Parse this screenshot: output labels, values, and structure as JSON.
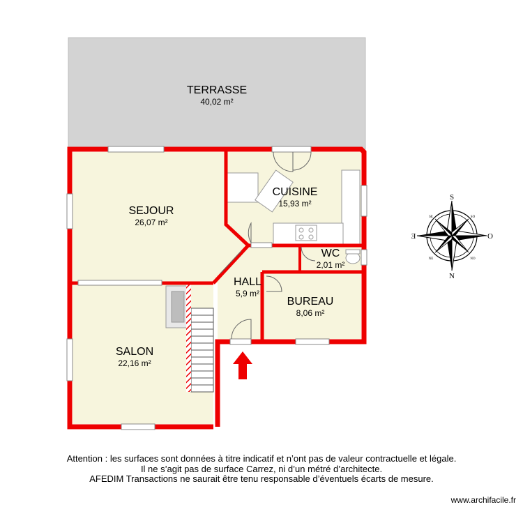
{
  "rooms": {
    "terrasse": {
      "name": "TERRASSE",
      "area": "40,02 m²"
    },
    "cuisine": {
      "name": "CUISINE",
      "area": "15,93 m²"
    },
    "sejour": {
      "name": "SEJOUR",
      "area": "26,07 m²"
    },
    "wc": {
      "name": "WC",
      "area": "2,01 m²"
    },
    "hall": {
      "name": "HALL",
      "area": "5,9 m²"
    },
    "bureau": {
      "name": "BUREAU",
      "area": "8,06 m²"
    },
    "salon": {
      "name": "SALON",
      "area": "22,16 m²"
    }
  },
  "compass": {
    "n": "N",
    "s": "S",
    "e": "E",
    "o": "O",
    "ne": "NE",
    "no": "NO",
    "se": "SE",
    "so": "SO"
  },
  "disclaimer": {
    "line1": "Attention : les surfaces sont données à titre indicatif et n’ont pas de valeur contractuelle et légale.",
    "line2": "Il ne s’agit pas de surface Carrez, ni d’un métré d’architecte.",
    "line3": "AFEDIM Transactions ne saurait être tenu responsable d’éventuels écarts de mesure."
  },
  "footer": {
    "website": "www.archifacile.fr"
  },
  "colors": {
    "wall": "#ee0000",
    "floor": "#f7f5dd",
    "terrace": "#d3d3d3"
  }
}
